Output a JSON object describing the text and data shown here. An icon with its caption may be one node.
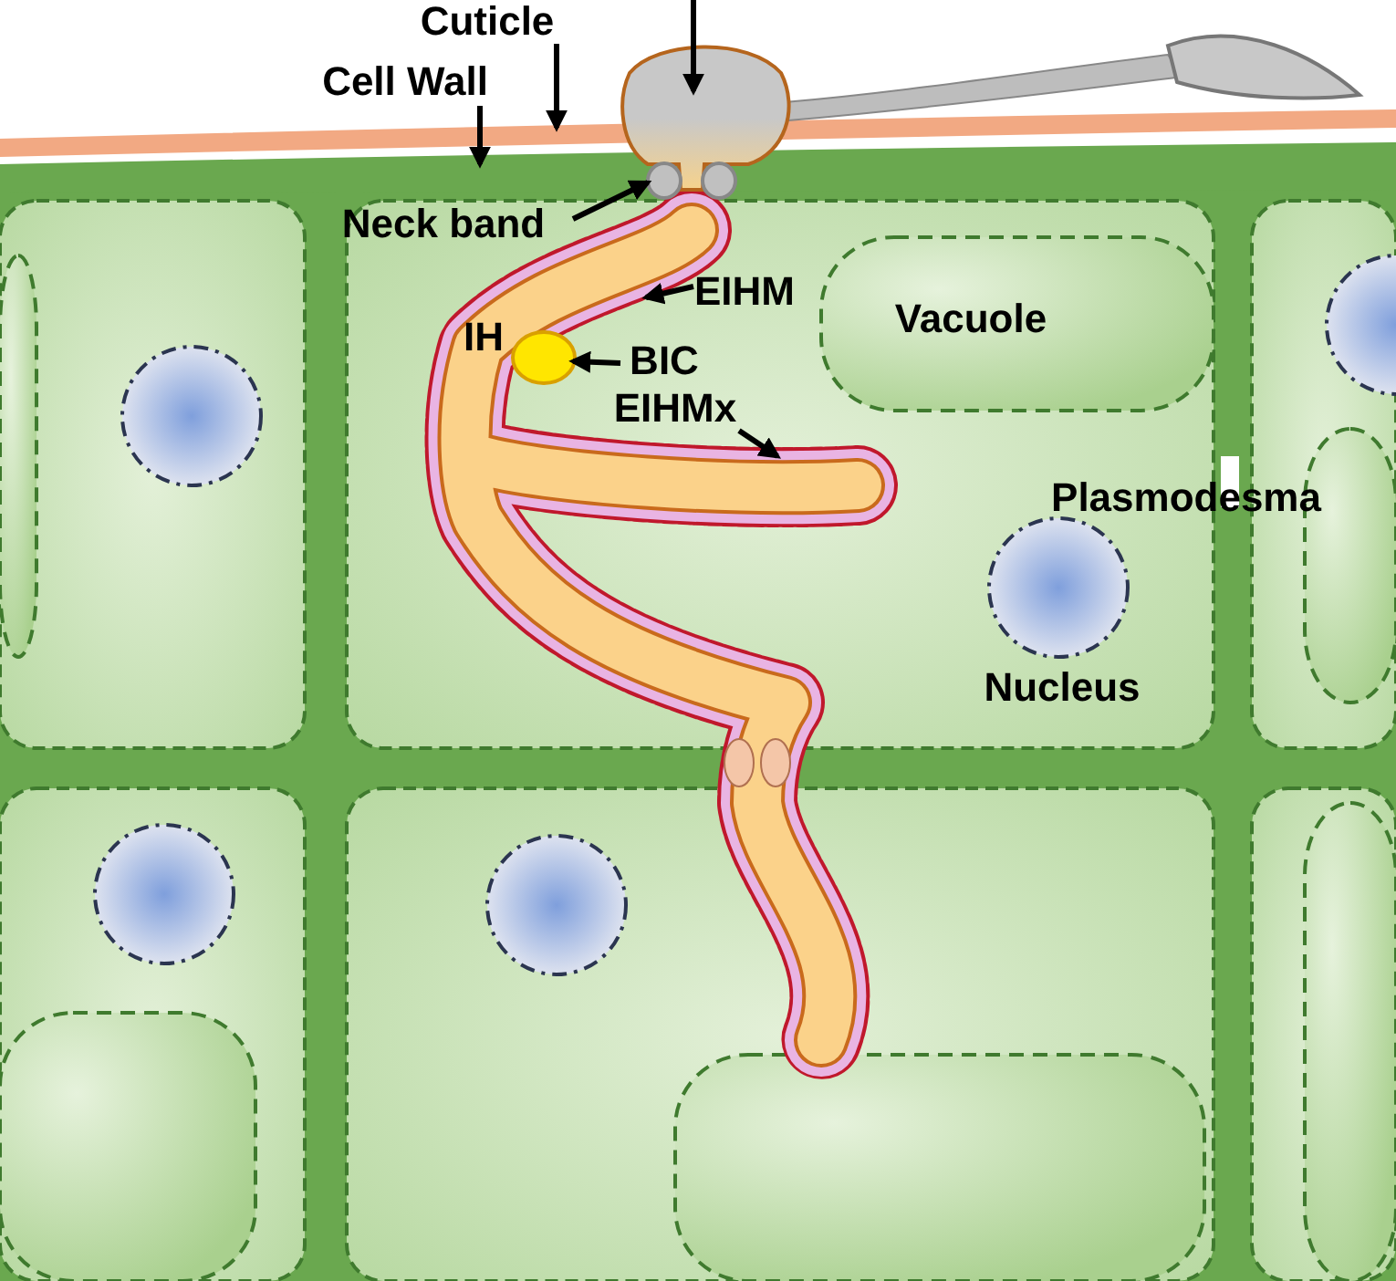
{
  "diagram": {
    "nodes": [
      {
        "text": [
          "Cuticle"
        ]
      },
      {
        "text": [],
        "shape": "bar"
      },
      {
        "text": [
          "Cell Wall"
        ]
      },
      {
        "text": [],
        "shape": "bar"
      },
      {
        "text": [
          "Neck band"
        ]
      },
      {
        "text": [],
        "shape": "circle"
      },
      {
        "text": [],
        "shape": "picture"
      },
      {
        "text": [
          "EIHM"
        ],
        "in": 6
      },
      {
        "text": [
          "BIC"
        ],
        "in": 6
      },
      {
        "text": [],
        "shape": "circle",
        "in": 6
      },
      {
        "text": [
          "EIHMx"
        ],
        "in": 6
      },
      {
        "text": [],
        "shape": "picture"
      }
    ],
    "edges": [
      {
        "from": 0,
        "to": 1,
        "arrow": "to"
      },
      {
        "from": 2,
        "to": 3,
        "arrow": "to"
      },
      {
        "from": 4,
        "to": 5,
        "arrow": "to"
      },
      {
        "from": 7,
        "to": 6,
        "arrow": "to"
      },
      {
        "from": 8,
        "to": 9,
        "arrow": "to"
      },
      {
        "from": 10,
        "to": 6,
        "arrow": "to"
      },
      {
        "from": null,
        "to": 11,
        "arrow": "to"
      }
    ],
    "labels": [
      "IH",
      "Vacuole",
      "Plasmodesma",
      "Nucleus"
    ]
  }
}
